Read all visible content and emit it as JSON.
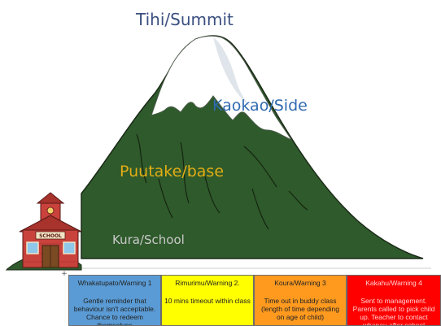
{
  "labels": {
    "summit": "Tihi/Summit",
    "side": "Kaokao/Side",
    "base": "Puutake/base",
    "school": "Kura/School"
  },
  "school_sign": "SCHOOL",
  "colors": {
    "mountain": "#2f5a2c",
    "snow": "#ffffff",
    "school_wall": "#c9423c",
    "warning1": "#5a9bd5",
    "warning2": "#ffff00",
    "warning3": "#ff9a1f",
    "warning4": "#ff0000"
  },
  "warnings": [
    {
      "title": "Whakatupato/Warning 1",
      "body": "Gentle reminder that behaviour isn't acceptable. Chance to redeem themselves"
    },
    {
      "title": "Rimurimu/Warning 2.",
      "body": "10 mins timeout within class"
    },
    {
      "title": "Koura/Warning 3",
      "body": "Time out in buddy class (length of time depending on age of child)"
    },
    {
      "title": "Kakahu/Warning 4",
      "body": "Sent to management. Parents called to pick child up. Teacher to contact whanau after school"
    }
  ]
}
